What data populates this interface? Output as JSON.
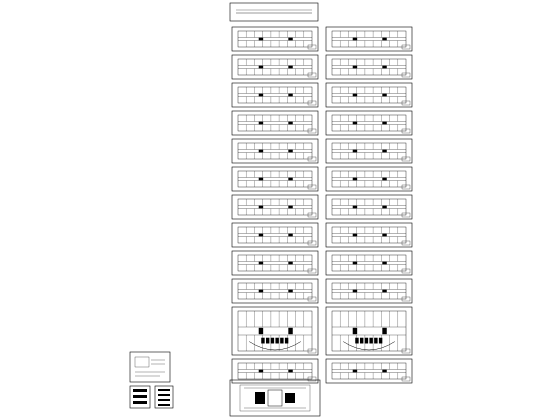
{
  "drawing": {
    "columns": [
      {
        "id": "left-column",
        "sheet_count": 13,
        "type": "floor-plan"
      },
      {
        "id": "right-column",
        "sheet_count": 12,
        "type": "floor-plan"
      }
    ],
    "detail_panels": [
      {
        "id": "legend-panel-top",
        "type": "legend"
      },
      {
        "id": "legend-panel-bottom",
        "type": "legend"
      }
    ],
    "ground_floor_sheet": {
      "id": "site-plan-sheet",
      "type": "site-plan"
    },
    "colors": {
      "line": "#000000",
      "background": "#ffffff"
    }
  }
}
